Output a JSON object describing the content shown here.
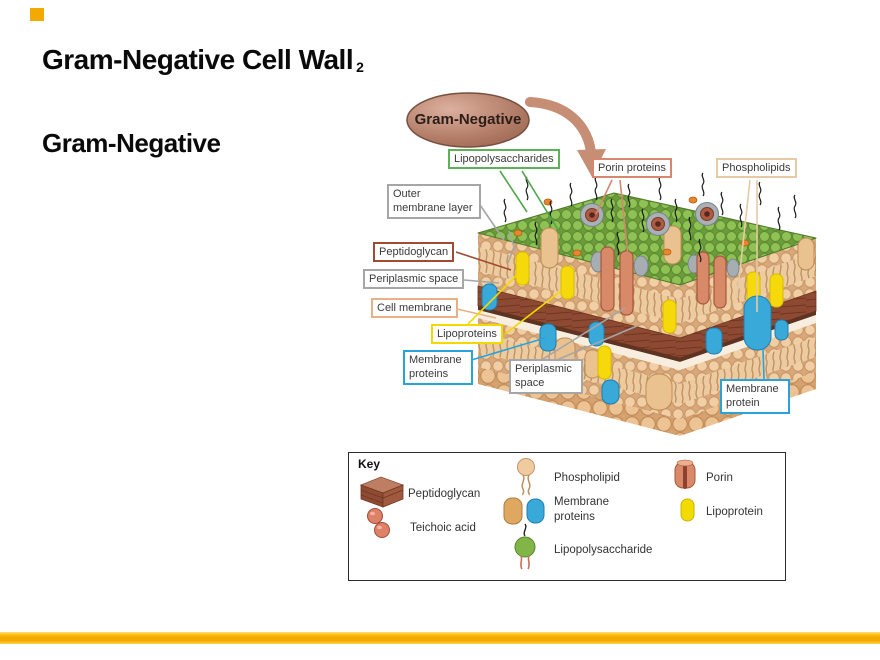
{
  "slide": {
    "title": "Gram-Negative Cell Wall",
    "title_number": "2",
    "subtitle": "Gram-Negative",
    "accent_color": "#F2A900",
    "background_color": "#FFFFFF"
  },
  "diagram": {
    "bubble_label": "Gram-Negative",
    "bubble_fill": "#B07A64",
    "callouts": [
      {
        "id": "lipopolysaccharides",
        "label": "Lipopolysaccharides",
        "color": "#5CB357"
      },
      {
        "id": "porin-proteins",
        "label": "Porin proteins",
        "color": "#D6876F"
      },
      {
        "id": "phospholipids",
        "label": "Phospholipids",
        "color": "#E9C9A3"
      },
      {
        "id": "outer-membrane-layer",
        "label": "Outer membrane layer",
        "color": "#A6A6A6"
      },
      {
        "id": "peptidoglycan",
        "label": "Peptidoglycan",
        "color": "#A34A32"
      },
      {
        "id": "periplasmic-space-upper",
        "label": "Periplasmic space",
        "color": "#A6A6A6"
      },
      {
        "id": "cell-membrane",
        "label": "Cell membrane",
        "color": "#EBB184"
      },
      {
        "id": "lipoproteins",
        "label": "Lipoproteins",
        "color": "#F2D900"
      },
      {
        "id": "membrane-proteins",
        "label": "Membrane proteins",
        "color": "#29A3DC"
      },
      {
        "id": "periplasmic-space-lower",
        "label": "Periplasmic space",
        "color": "#A6A6A6"
      },
      {
        "id": "membrane-protein",
        "label": "Membrane protein",
        "color": "#29A3DC"
      }
    ],
    "palette": {
      "lps_green": "#8FC255",
      "lipid_head_tan": "#F1CEA3",
      "peptidoglycan_brown": "#8E4A32",
      "porin_salmon": "#D88A68",
      "lipoprotein_yellow": "#F6D90A",
      "membrane_protein_blue": "#38A9D9"
    }
  },
  "key": {
    "title": "Key",
    "items": [
      {
        "label": "Peptidoglycan",
        "icon": "peptidoglycan-brick-icon"
      },
      {
        "label": "Teichoic acid",
        "icon": "teichoic-acid-icon"
      },
      {
        "label": "Phospholipid",
        "icon": "phospholipid-icon"
      },
      {
        "label": "Membrane proteins",
        "icon": "membrane-proteins-icon"
      },
      {
        "label": "Lipopolysaccharide",
        "icon": "lipopolysaccharide-icon"
      },
      {
        "label": "Porin",
        "icon": "porin-icon"
      },
      {
        "label": "Lipoprotein",
        "icon": "lipoprotein-icon"
      }
    ]
  }
}
